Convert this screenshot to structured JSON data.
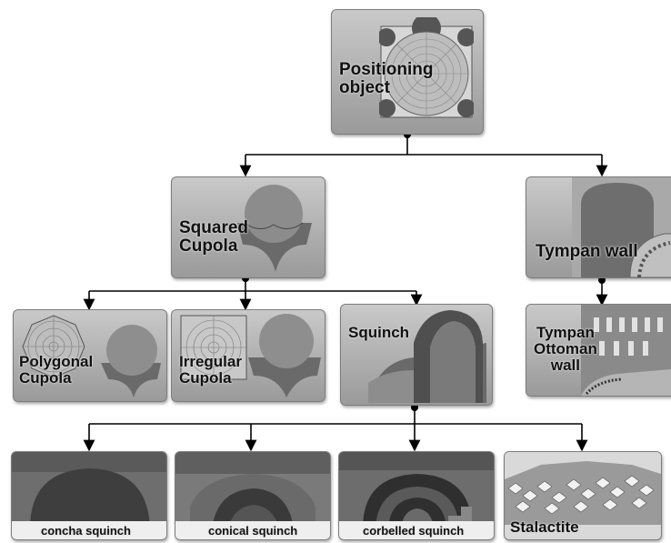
{
  "nodes": {
    "positioning": "Positioning\nobject",
    "squared_cupola": "Squared\nCupola",
    "tympan_wall": "Tympan wall",
    "polygonal_cupola": "Polygonal\nCupola",
    "irregular_cupola": "Irregular\nCupola",
    "squinch": "Squinch",
    "tympan_ottoman": "Tympan\nOttoman\nwall",
    "concha_squinch": "concha squinch",
    "conical_squinch": "conical squinch",
    "corbelled_squinch": "corbelled squinch",
    "stalactite": "Stalactite"
  }
}
